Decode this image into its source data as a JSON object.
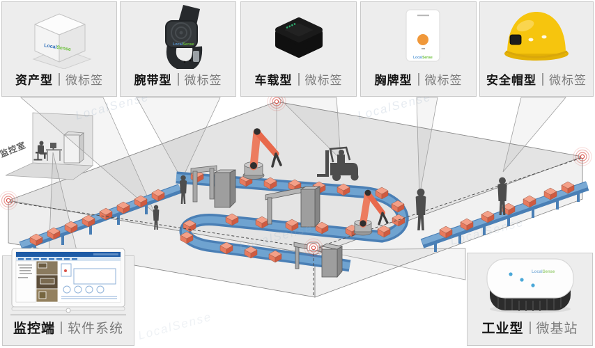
{
  "watermark": "LocalSense",
  "brand_logo": "LocalSense",
  "top_cards": [
    {
      "name": "资产型",
      "category": "微标签"
    },
    {
      "name": "腕带型",
      "category": "微标签"
    },
    {
      "name": "车载型",
      "category": "微标签"
    },
    {
      "name": "胸牌型",
      "category": "微标签"
    },
    {
      "name": "安全帽型",
      "category": "微标签"
    }
  ],
  "bottom_cards": {
    "software": {
      "name": "监控端",
      "category": "软件系统"
    },
    "station": {
      "name": "工业型",
      "category": "微基站"
    }
  },
  "scene": {
    "room_label": "监控室",
    "colors": {
      "conveyor_blue": "#4a7fb5",
      "crate_orange": "#e87a5e",
      "anchor_red": "#d9534a",
      "helmet_yellow": "#f6c50e",
      "logo_blue": "#2b6cb8",
      "logo_green": "#6abf3a",
      "floor_gray": "#e4e4e4"
    }
  }
}
